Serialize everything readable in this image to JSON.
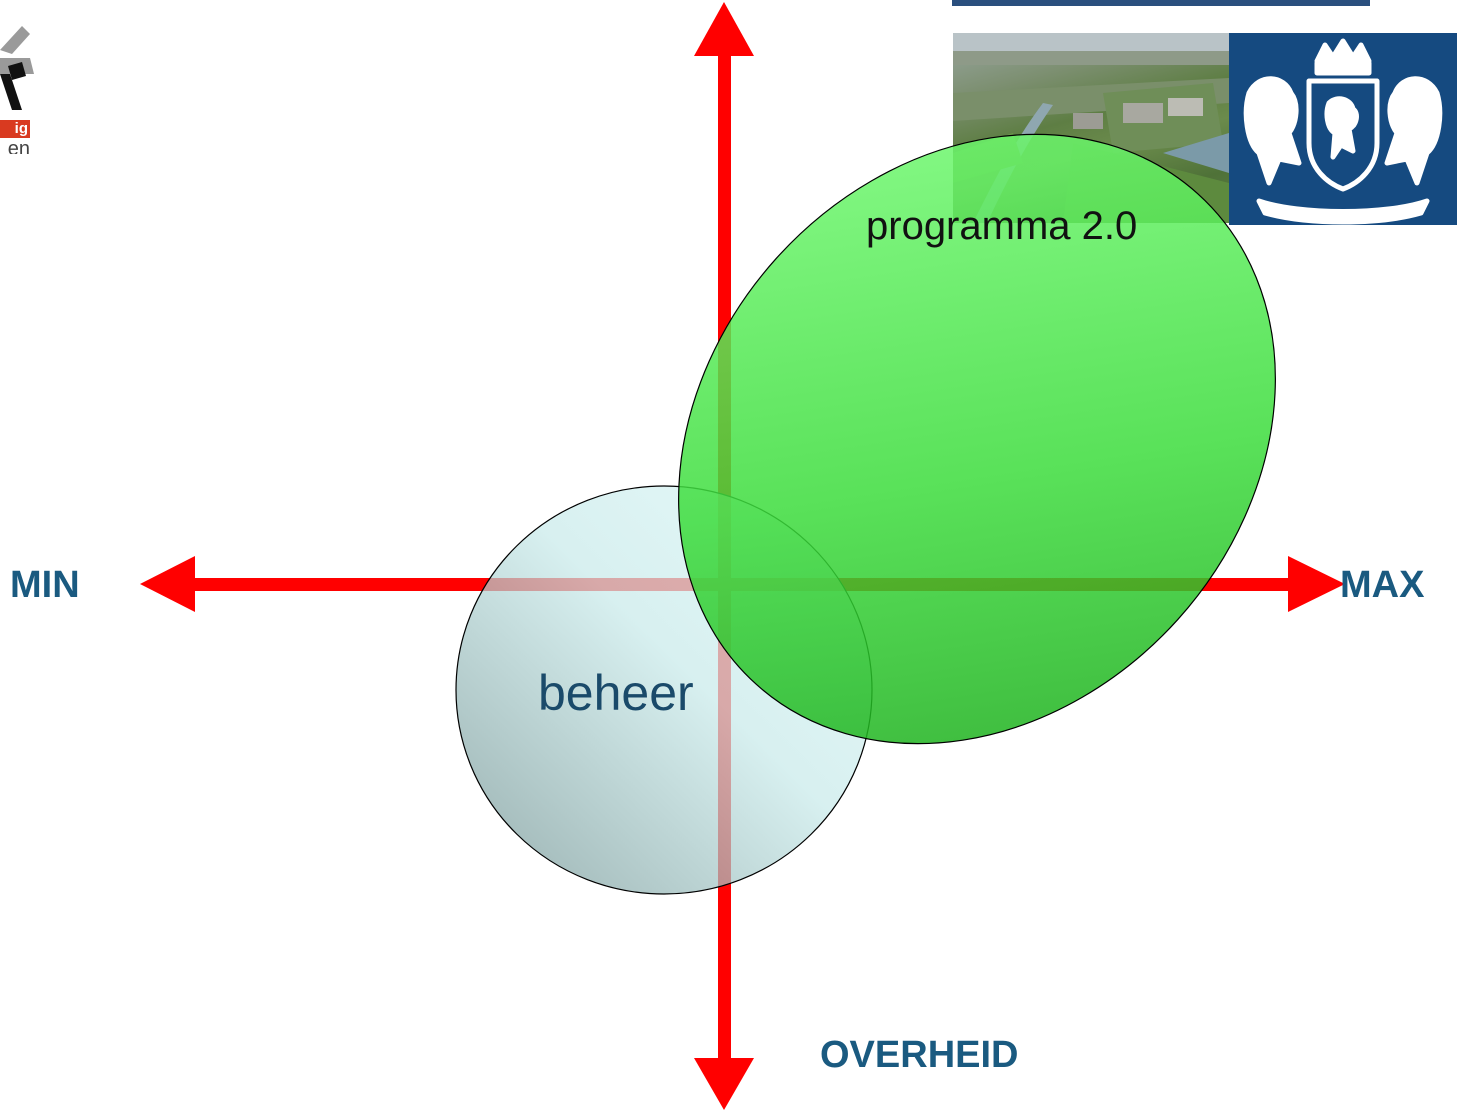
{
  "axes": {
    "left_label": "MIN",
    "right_label": "MAX",
    "bottom_label": "OVERHEID",
    "arrow_color": "#ff0000"
  },
  "shapes": {
    "circle": {
      "label": "beheer",
      "label_color": "#1a4a6a",
      "fill_light": "#dff8f8",
      "fill_dark": "#6e8e8e"
    },
    "ellipse": {
      "label": "programma 2.0",
      "label_color": "#111111",
      "fill_light": "#7dff7d",
      "fill_dark": "#11a011"
    }
  },
  "logo": {
    "tag_text": "ig",
    "sub_text": "en",
    "tag_color": "#d93a20"
  },
  "images": {
    "photo_icon": "aerial-canal-photo",
    "crest_icon": "royal-coat-of-arms",
    "crest_background": "#154a80"
  }
}
